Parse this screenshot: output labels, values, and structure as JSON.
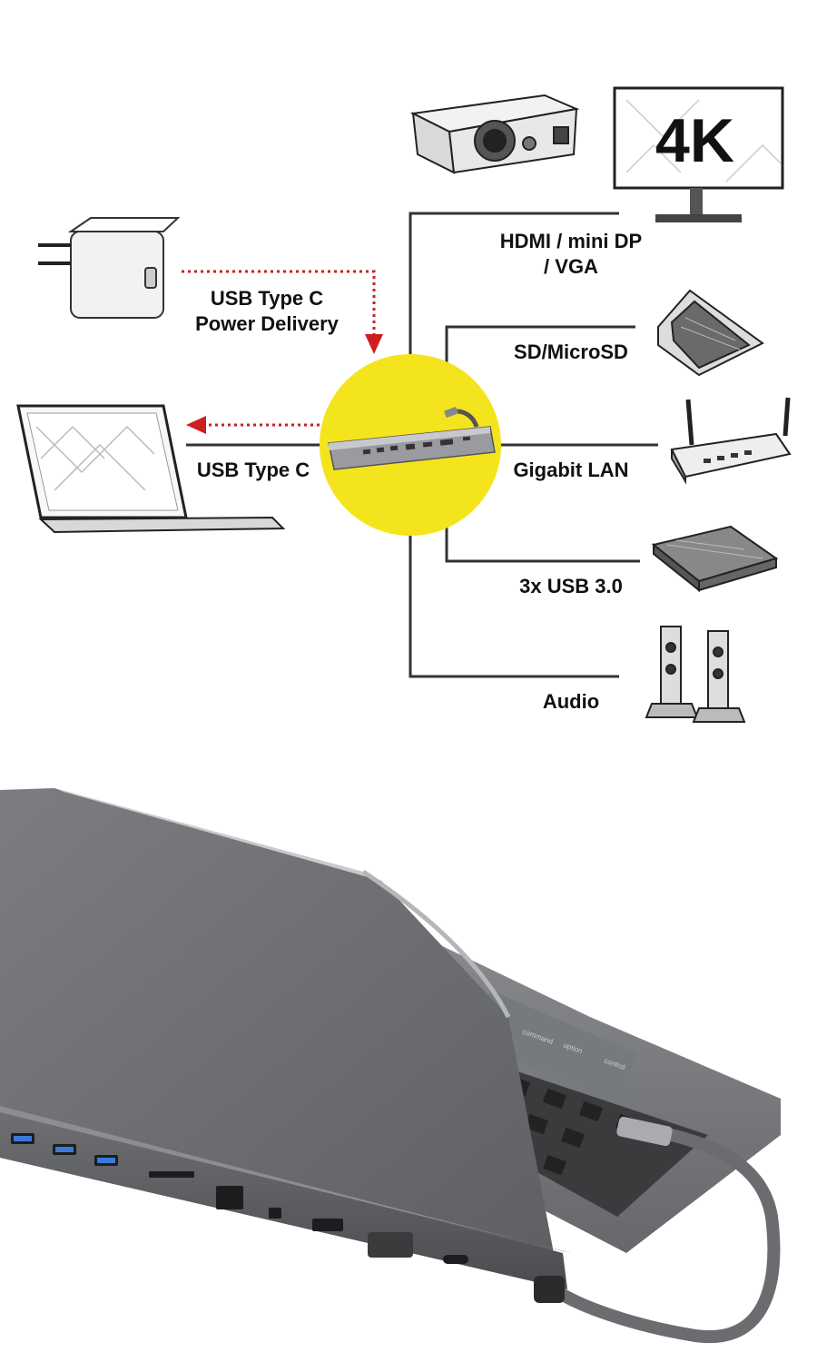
{
  "diagram": {
    "labels": {
      "power": [
        "USB Type C",
        "Power Delivery"
      ],
      "host": "USB Type C",
      "video": [
        "HDMI / mini DP",
        "/ VGA"
      ],
      "card": "SD/MicroSD",
      "lan": "Gigabit LAN",
      "usb": "3x USB 3.0",
      "audio": "Audio"
    },
    "monitor_text": "4K",
    "colors": {
      "hub_circle": "#f4e41e",
      "arrow": "#cc1f1f",
      "line": "#333333"
    }
  },
  "photo": {
    "description_icons": [
      "laptop-rear-view",
      "docking-station",
      "usb-c-cable"
    ],
    "key_labels": [
      "command",
      "option",
      "control"
    ]
  }
}
